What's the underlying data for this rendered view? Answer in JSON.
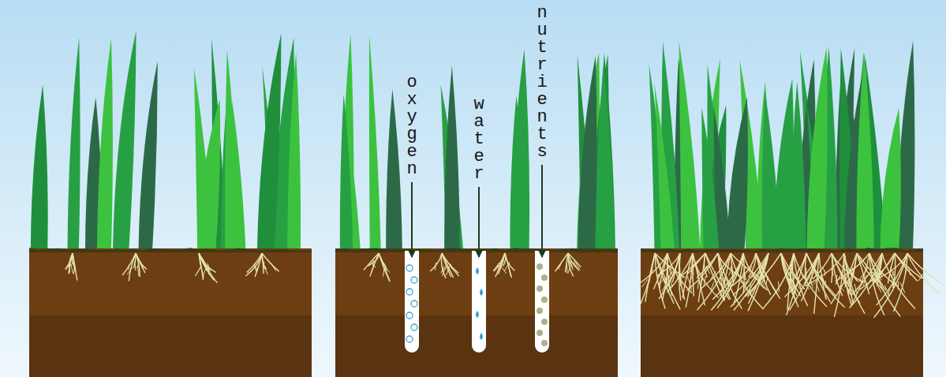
{
  "diagram": {
    "labels": [
      "oxygen",
      "water",
      "nutrients"
    ]
  }
}
